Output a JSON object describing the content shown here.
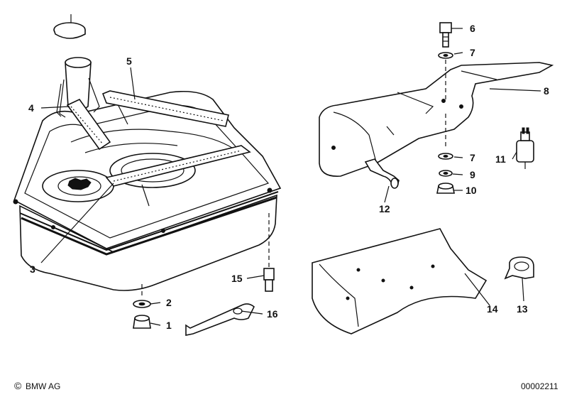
{
  "diagram": {
    "callouts": [
      "1",
      "2",
      "3",
      "4",
      "5",
      "6",
      "7",
      "7",
      "8",
      "9",
      "10",
      "11",
      "12",
      "13",
      "14",
      "15",
      "16"
    ],
    "footer": {
      "copyright_symbol": "©",
      "brand": "BMW AG",
      "drawing_number": "00002211"
    }
  }
}
